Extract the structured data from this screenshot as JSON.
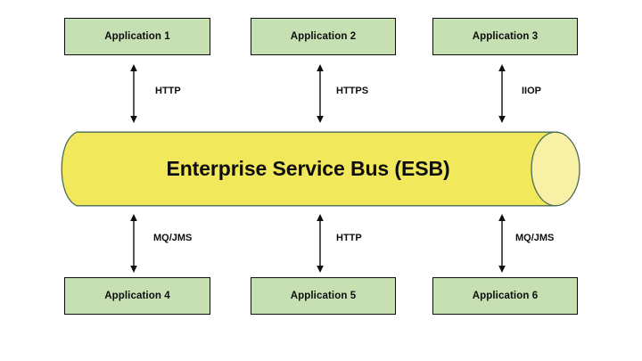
{
  "diagram": {
    "title": "Enterprise Service Bus (ESB)",
    "background_color": "#ffffff",
    "box_fill_color": "#c6e0b4",
    "box_border_color": "#0d0d0d",
    "bus_fill_color": "#f2e85c",
    "bus_cap_color": "#f7f0a5",
    "bus_outline_color": "#4a6a55",
    "arrow_color": "#0d0d0d"
  },
  "bus": {
    "label": "Enterprise Service Bus (ESB)"
  },
  "top_applications": [
    {
      "label": "Application 1"
    },
    {
      "label": "Application 2"
    },
    {
      "label": "Application 3"
    }
  ],
  "bottom_applications": [
    {
      "label": "Application 4"
    },
    {
      "label": "Application 5"
    },
    {
      "label": "Application 6"
    }
  ],
  "top_connectors": [
    {
      "protocol": "HTTP"
    },
    {
      "protocol": "HTTPS"
    },
    {
      "protocol": "IIOP"
    }
  ],
  "bottom_connectors": [
    {
      "protocol": "MQ/JMS"
    },
    {
      "protocol": "HTTP"
    },
    {
      "protocol": "MQ/JMS"
    }
  ]
}
